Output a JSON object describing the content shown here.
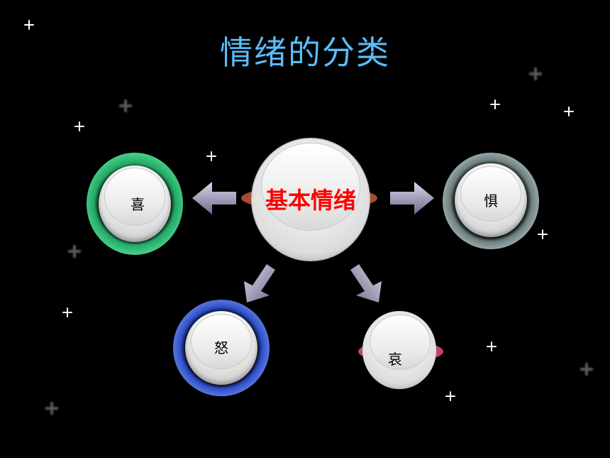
{
  "title": "情绪的分类",
  "center": {
    "label": "基本情绪",
    "color": "#ff0000"
  },
  "emotions": {
    "joy": "喜",
    "fear": "惧",
    "anger": "怒",
    "sorrow": "哀"
  },
  "colors": {
    "background": "#000000",
    "title": "#5bbcf5",
    "joy_ring": "#2fbf73",
    "fear_ring": "#8a9b9b",
    "anger_ring": "#3b5fd6",
    "sorrow_accent": "#e0507e",
    "center_accent": "#c0583b",
    "arrow": "#8f8ca6"
  }
}
